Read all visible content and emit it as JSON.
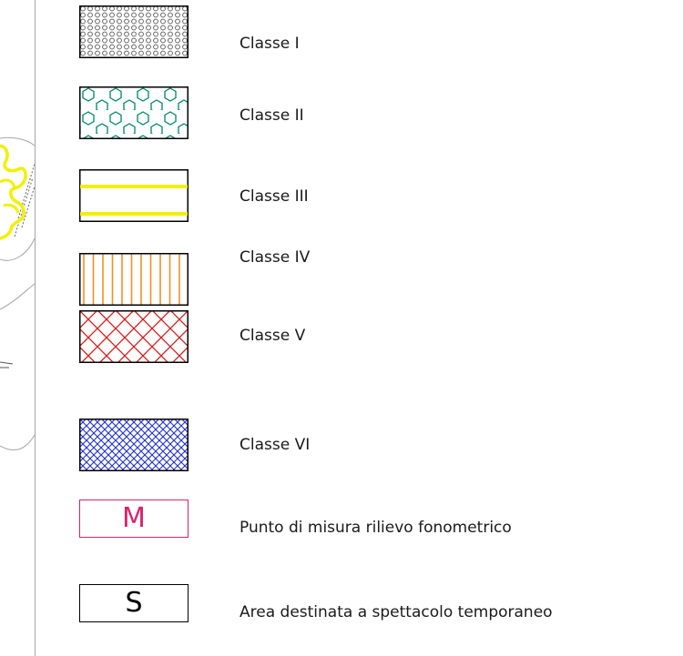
{
  "legend": {
    "items": [
      {
        "label": "Classe I",
        "pattern": "dotted-circles",
        "color": "#555555"
      },
      {
        "label": "Classe II",
        "pattern": "hexagons",
        "color": "#00866a"
      },
      {
        "label": "Classe III",
        "pattern": "horizontal-lines",
        "color": "#f0f000"
      },
      {
        "label": "Classe IV",
        "pattern": "vertical-lines",
        "color": "#f0902a"
      },
      {
        "label": "Classe V",
        "pattern": "diagonal-crosshatch",
        "color": "#d11b1b"
      },
      {
        "label": "Classe VI",
        "pattern": "dense-crosshatch",
        "color": "#1f2fd0"
      }
    ],
    "markers": [
      {
        "letter": "M",
        "label": "Punto di misura rilievo fonometrico",
        "color": "#d6246e"
      },
      {
        "letter": "S",
        "label": "Area destinata a spettacolo temporaneo",
        "color": "#000000"
      }
    ]
  },
  "map": {
    "boundary_color": "#a6a6a6",
    "route_color": "#f0f000"
  }
}
